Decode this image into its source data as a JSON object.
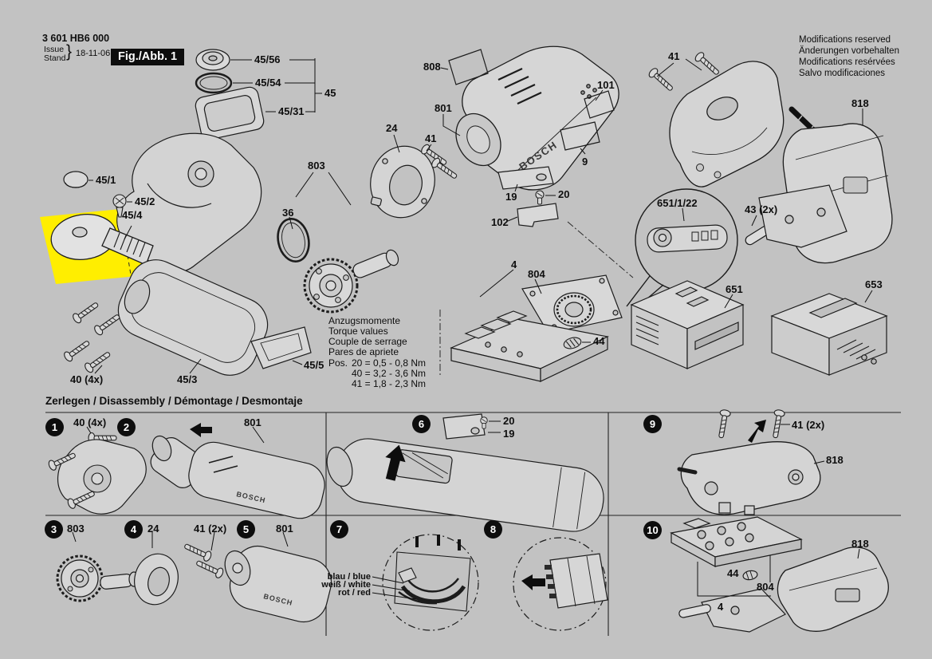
{
  "colors": {
    "background": "#c2c2c2",
    "line": "#1a1a1a",
    "highlight": "#ffee00",
    "figbox": "#0d0d0d"
  },
  "brand": "BOSCH",
  "header": {
    "doc_number": "3 601 HB6 000",
    "issue_label": "Issue",
    "stand_label": "Stand",
    "issue_date": "18-11-06",
    "fig_label": "Fig./Abb. 1"
  },
  "notices": {
    "modifications": [
      "Modifications reserved",
      "Änderungen vorbehalten",
      "Modifications resérvées",
      "Salvo modificaciones"
    ]
  },
  "torque_note": {
    "title_lines": [
      "Anzugsmomente",
      "Torque values",
      "Couple de serrage",
      "Pares de apriete"
    ],
    "pos_label": "Pos.",
    "entries": [
      "20 = 0,5 - 0,8 Nm",
      "40 = 3,2 - 3,6 Nm",
      "41 = 1,8 - 2,3 Nm"
    ]
  },
  "exploded": {
    "labels": {
      "p45_56": "45/56",
      "p45_54": "45/54",
      "p45_31": "45/31",
      "p45": "45",
      "p45_1": "45/1",
      "p45_2": "45/2",
      "p45_4": "45/4",
      "p45_3": "45/3",
      "p45_5": "45/5",
      "p40_4x": "40 (4x)",
      "p36": "36",
      "p803": "803",
      "p24": "24",
      "p801": "801",
      "p41_left": "41",
      "p808": "808",
      "p101": "101",
      "p9": "9",
      "p19": "19",
      "p20": "20",
      "p102": "102",
      "p4": "4",
      "p804": "804",
      "p44": "44",
      "p651_1_22": "651/1/22",
      "p43_2x": "43 (2x)",
      "p651": "651",
      "p653": "653",
      "p818": "818",
      "p41_right": "41"
    }
  },
  "disassembly": {
    "section_title": "Zerlegen / Disassembly / Démontage / Desmontaje",
    "steps": [
      {
        "number": "1",
        "labels": [
          "40 (4x)"
        ]
      },
      {
        "number": "2",
        "labels": [
          "801"
        ]
      },
      {
        "number": "3",
        "labels": [
          "803"
        ]
      },
      {
        "number": "4",
        "labels": [
          "24",
          "41 (2x)"
        ]
      },
      {
        "number": "5",
        "labels": [
          "801"
        ]
      },
      {
        "number": "6",
        "labels": [
          "20",
          "19"
        ]
      },
      {
        "number": "7",
        "labels": [
          "blau / blue",
          "weiß / white",
          "rot / red"
        ]
      },
      {
        "number": "8",
        "labels": []
      },
      {
        "number": "9",
        "labels": [
          "41 (2x)",
          "818"
        ]
      },
      {
        "number": "10",
        "labels": [
          "44",
          "804",
          "4",
          "818"
        ]
      }
    ]
  }
}
